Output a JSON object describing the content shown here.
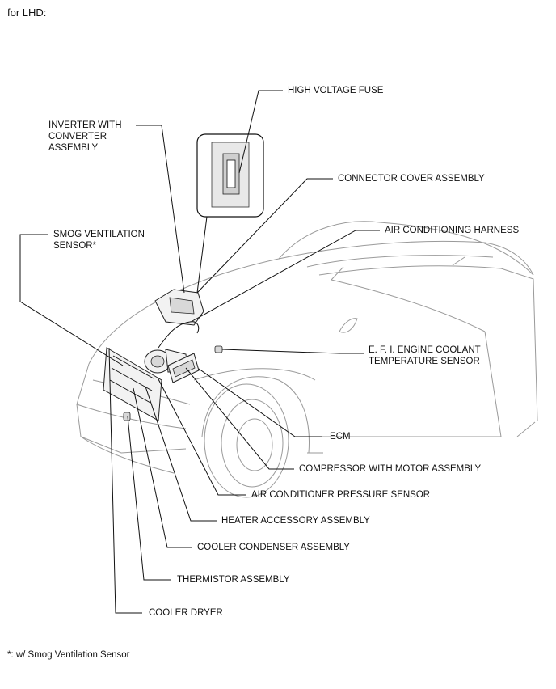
{
  "header": {
    "title": "for LHD:"
  },
  "callouts": {
    "high_voltage_fuse": "HIGH VOLTAGE FUSE",
    "inverter": "INVERTER WITH\nCONVERTER\nASSEMBLY",
    "connector_cover": "CONNECTOR COVER ASSEMBLY",
    "smog_sensor": "SMOG VENTILATION\nSENSOR*",
    "ac_harness": "AIR CONDITIONING HARNESS",
    "coolant_sensor": "E. F. I. ENGINE COOLANT\nTEMPERATURE SENSOR",
    "ecm": "ECM",
    "compressor": "COMPRESSOR WITH MOTOR ASSEMBLY",
    "pressure_sensor": "AIR CONDITIONER PRESSURE SENSOR",
    "heater_accessory": "HEATER ACCESSORY ASSEMBLY",
    "cooler_condenser": "COOLER CONDENSER ASSEMBLY",
    "thermistor": "THERMISTOR ASSEMBLY",
    "cooler_dryer": "COOLER DRYER"
  },
  "footnote": {
    "text": "*: w/ Smog Ventilation Sensor"
  }
}
